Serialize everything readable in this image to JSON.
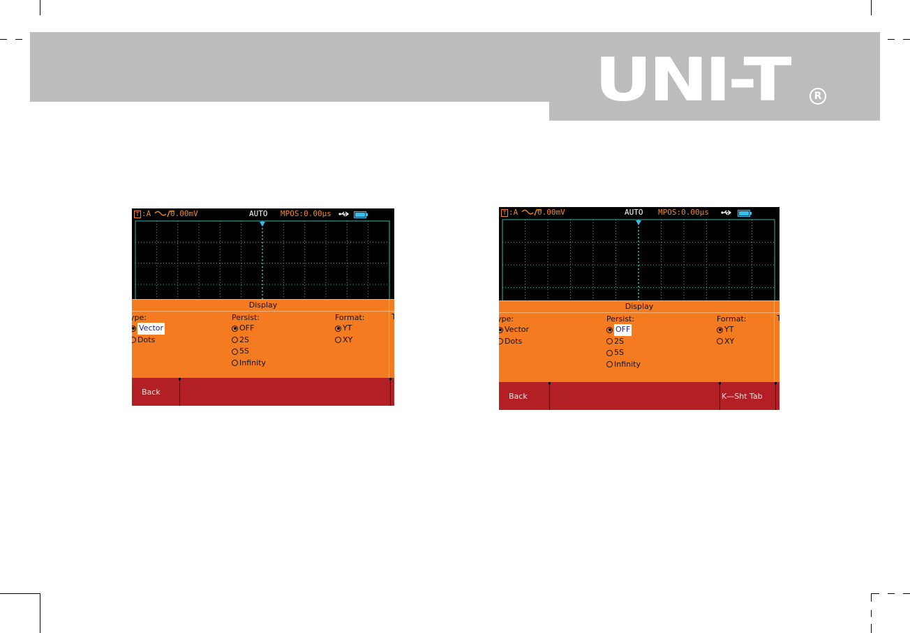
{
  "brand": {
    "name": "UNI-T",
    "registered_mark": "R"
  },
  "screens": [
    {
      "status": {
        "trigger_channel_box": "T",
        "trigger_channel": ":A",
        "trigger_level": "0.00mV",
        "mode": "AUTO",
        "mpos": "MPOS:0.00μs"
      },
      "menu": {
        "title": "Display",
        "type_label": "ype:",
        "type_options": [
          {
            "label": "Vector",
            "selected": true,
            "highlighted": true
          },
          {
            "label": "Dots",
            "selected": false,
            "highlighted": false
          }
        ],
        "persist_label": "Persist:",
        "persist_options": [
          {
            "label": "OFF",
            "selected": true,
            "highlighted": false
          },
          {
            "label": "2S",
            "selected": false,
            "highlighted": false
          },
          {
            "label": "5S",
            "selected": false,
            "highlighted": false
          },
          {
            "label": "Infinity",
            "selected": false,
            "highlighted": false
          }
        ],
        "format_label": "Format:",
        "format_options": [
          {
            "label": "YT",
            "selected": true,
            "highlighted": false
          },
          {
            "label": "XY",
            "selected": false,
            "highlighted": false
          }
        ],
        "cutoff_label": "T"
      },
      "softkeys": {
        "back": "Back",
        "right": ""
      }
    },
    {
      "status": {
        "trigger_channel_box": "T",
        "trigger_channel": ":A",
        "trigger_level": "0.00mV",
        "mode": "AUTO",
        "mpos": "MPOS:0.00μs"
      },
      "menu": {
        "title": "Display",
        "type_label": "ype:",
        "type_options": [
          {
            "label": "Vector",
            "selected": true,
            "highlighted": false
          },
          {
            "label": "Dots",
            "selected": false,
            "highlighted": false
          }
        ],
        "persist_label": "Persist:",
        "persist_options": [
          {
            "label": "OFF",
            "selected": true,
            "highlighted": true
          },
          {
            "label": "2S",
            "selected": false,
            "highlighted": false
          },
          {
            "label": "5S",
            "selected": false,
            "highlighted": false
          },
          {
            "label": "Infinity",
            "selected": false,
            "highlighted": false
          }
        ],
        "format_label": "Format:",
        "format_options": [
          {
            "label": "YT",
            "selected": true,
            "highlighted": false
          },
          {
            "label": "XY",
            "selected": false,
            "highlighted": false
          }
        ],
        "cutoff_label": "T"
      },
      "softkeys": {
        "back": "Back",
        "right": "K—Sht Tab"
      }
    }
  ],
  "colors": {
    "menu_orange": "#f47b20",
    "softkey_red": "#b21f24",
    "grid_cyan": "#3fb6a8",
    "status_orange": "#f08a22",
    "header_gray": "#bcbcbc"
  }
}
